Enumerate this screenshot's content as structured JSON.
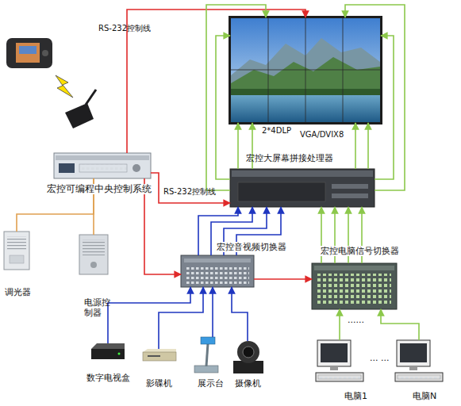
{
  "diagram": {
    "nodes": [
      {
        "text": [
          "2*4DLP"
        ]
      },
      {
        "text": [
          "宏控大屏幕拼接处理器"
        ]
      },
      {
        "text": [
          "宏控可编程中央控制系统"
        ]
      },
      {
        "text": [
          "宏控音视频切换器"
        ]
      },
      {
        "text": [
          "宏控电脑信号切换器"
        ]
      },
      {
        "text": [
          "调光器"
        ]
      },
      {
        "text": [
          "电源控制器"
        ]
      },
      {
        "text": [
          "数字电视盒"
        ]
      },
      {
        "text": [
          "影碟机"
        ]
      },
      {
        "text": [
          "展示台"
        ]
      },
      {
        "text": [
          "摄像机"
        ]
      },
      {
        "text": [
          "电脑1"
        ]
      },
      {
        "text": [
          "电脑N"
        ]
      }
    ],
    "edges": [
      {
        "from": 2,
        "to": 0,
        "label": "RS-232控制线",
        "arrow": "to"
      },
      {
        "from": 2,
        "to": 1,
        "label": "RS-232控制线",
        "arrow": "to"
      },
      {
        "from": 2,
        "to": 3,
        "arrow": "to"
      },
      {
        "from": 3,
        "to": 4,
        "arrow": "to"
      },
      {
        "from": 2,
        "to": 5,
        "arrow": "none"
      },
      {
        "from": 2,
        "to": 6,
        "arrow": "none"
      },
      {
        "from": 3,
        "to": 1,
        "arrow": "to"
      },
      {
        "from": 3,
        "to": 1,
        "arrow": "to"
      },
      {
        "from": 3,
        "to": 1,
        "arrow": "to"
      },
      {
        "from": 3,
        "to": 1,
        "arrow": "to"
      },
      {
        "from": 4,
        "to": 1,
        "arrow": "to"
      },
      {
        "from": 4,
        "to": 1,
        "arrow": "to"
      },
      {
        "from": 4,
        "to": 1,
        "arrow": "to"
      },
      {
        "from": 4,
        "to": 1,
        "arrow": "to"
      },
      {
        "from": 1,
        "to": 0,
        "label": "VGA/DVIX8",
        "arrow": "to"
      },
      {
        "from": 1,
        "to": 0,
        "arrow": "to"
      },
      {
        "from": 1,
        "to": 0,
        "arrow": "to"
      },
      {
        "from": 1,
        "to": 0,
        "arrow": "to"
      },
      {
        "from": 1,
        "to": 0,
        "arrow": "to"
      },
      {
        "from": 1,
        "to": 0,
        "arrow": "to"
      },
      {
        "from": 1,
        "to": 0,
        "arrow": "to"
      },
      {
        "from": 1,
        "to": 0,
        "arrow": "to"
      },
      {
        "from": 7,
        "to": 3,
        "arrow": "to"
      },
      {
        "from": 8,
        "to": 3,
        "arrow": "to"
      },
      {
        "from": 9,
        "to": 3,
        "arrow": "to"
      },
      {
        "from": 10,
        "to": 3,
        "arrow": "to"
      },
      {
        "from": 11,
        "to": 4,
        "arrow": "to"
      },
      {
        "from": 12,
        "to": 4,
        "arrow": "to"
      }
    ],
    "labels": [
      "......",
      "... ..."
    ]
  }
}
